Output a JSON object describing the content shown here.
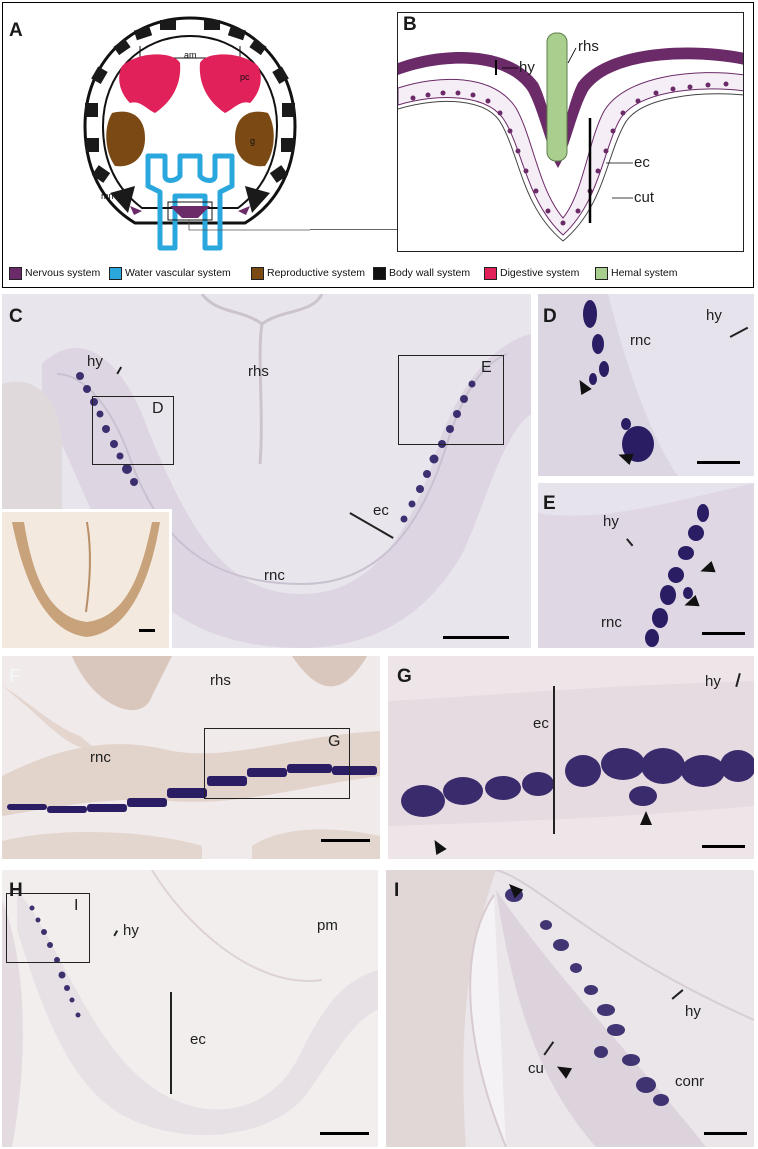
{
  "panels": {
    "A": "A",
    "B": "B",
    "C": "C",
    "D": "D",
    "E": "E",
    "F": "F",
    "G": "G",
    "H": "H",
    "I": "I"
  },
  "schematic": {
    "labels": {
      "am": "am",
      "pc": "pc",
      "g": "g",
      "mn": "mn"
    },
    "detail": {
      "rhs": "rhs",
      "hy": "hy",
      "ec": "ec",
      "cut": "cut"
    }
  },
  "legend": [
    {
      "label": "Nervous system",
      "color": "#6b2a68"
    },
    {
      "label": "Water vascular system",
      "color": "#2aa7dc"
    },
    {
      "label": "Reproductive system",
      "color": "#7b4a14"
    },
    {
      "label": "Body wall system",
      "color": "#111111"
    },
    {
      "label": "Digestive system",
      "color": "#e0215a"
    },
    {
      "label": "Hemal system",
      "color": "#a8cf8e"
    }
  ],
  "micrographs": {
    "C": {
      "hy": "hy",
      "rhs": "rhs",
      "ec": "ec",
      "rnc": "rnc",
      "boxD": "D",
      "boxE": "E"
    },
    "D": {
      "rnc": "rnc",
      "hy": "hy"
    },
    "E": {
      "hy": "hy",
      "rnc": "rnc"
    },
    "F": {
      "rhs": "rhs",
      "rnc": "rnc",
      "boxG": "G"
    },
    "G": {
      "hy": "hy",
      "ec": "ec"
    },
    "H": {
      "hy": "hy",
      "pm": "pm",
      "ec": "ec",
      "boxI": "I"
    },
    "I": {
      "hy": "hy",
      "cu": "cu",
      "conr": "conr"
    }
  },
  "colors": {
    "stain": "#2b1d63",
    "tissue": "#e8e3ea",
    "nervous": "#6b2a68",
    "water": "#2aa7dc",
    "digestive": "#e0215a",
    "reproductive": "#7b4a14",
    "hemal": "#a8cf8e"
  }
}
